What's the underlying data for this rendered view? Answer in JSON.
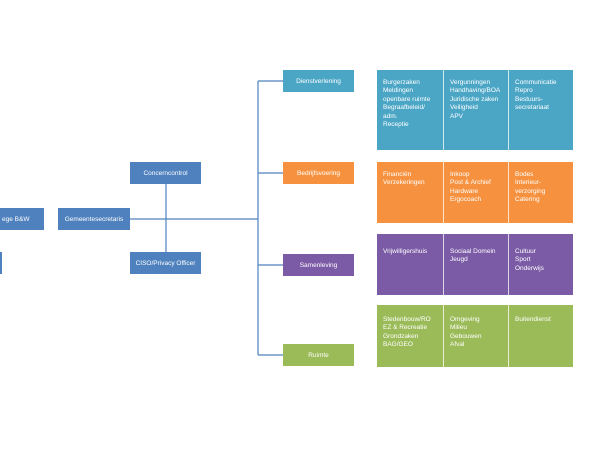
{
  "colors": {
    "line": "#4e81bd",
    "navy": "#4e81bd",
    "dienstverlening": "#4ba6c6",
    "bedrijfsvoering": "#f6923f",
    "samenleving": "#7b5aa6",
    "ruimte": "#9bbb59"
  },
  "nodes": {
    "college": "ege B&W",
    "gemeentesecretaris": "Gemeentesecretaris",
    "concerncontrol": "Concerncontrol",
    "ciso": "CISO/Privacy Officer"
  },
  "departments": [
    {
      "name": "Dienstverlening",
      "columns": [
        [
          "Burgerzaken",
          "Meldingen openbare ruimte",
          "Begraafbeleid/ adm.",
          "Receptie"
        ],
        [
          "Vergunningen",
          "Handhaving/BOA",
          "Juridische zaken",
          "Veiligheid",
          "APV"
        ],
        [
          "Communicatie",
          "Repro",
          "Bestuurs-secretariaat"
        ]
      ]
    },
    {
      "name": "Bedrijfsvoering",
      "columns": [
        [
          "Financiën",
          "Verzekeringen"
        ],
        [
          "Inkoop",
          "Post & Archief",
          "Hardware",
          "Ergocoach"
        ],
        [
          "Bodes",
          "Interieur-verzorging",
          "Catering"
        ]
      ]
    },
    {
      "name": "Samenleving",
      "columns": [
        [
          "Vrijwilligershuis"
        ],
        [
          "Sociaal Domein",
          "Jeugd"
        ],
        [
          "Cultuur",
          "Sport",
          "Onderwijs"
        ]
      ]
    },
    {
      "name": "Ruimte",
      "columns": [
        [
          "Stedenbouw/RO",
          "EZ & Recreatie",
          "Grondzaken",
          "BAG/GEO"
        ],
        [
          "Omgeving",
          "Milieu",
          "Gebouwen",
          "Afval"
        ],
        [
          "Buitendienst"
        ]
      ]
    }
  ]
}
